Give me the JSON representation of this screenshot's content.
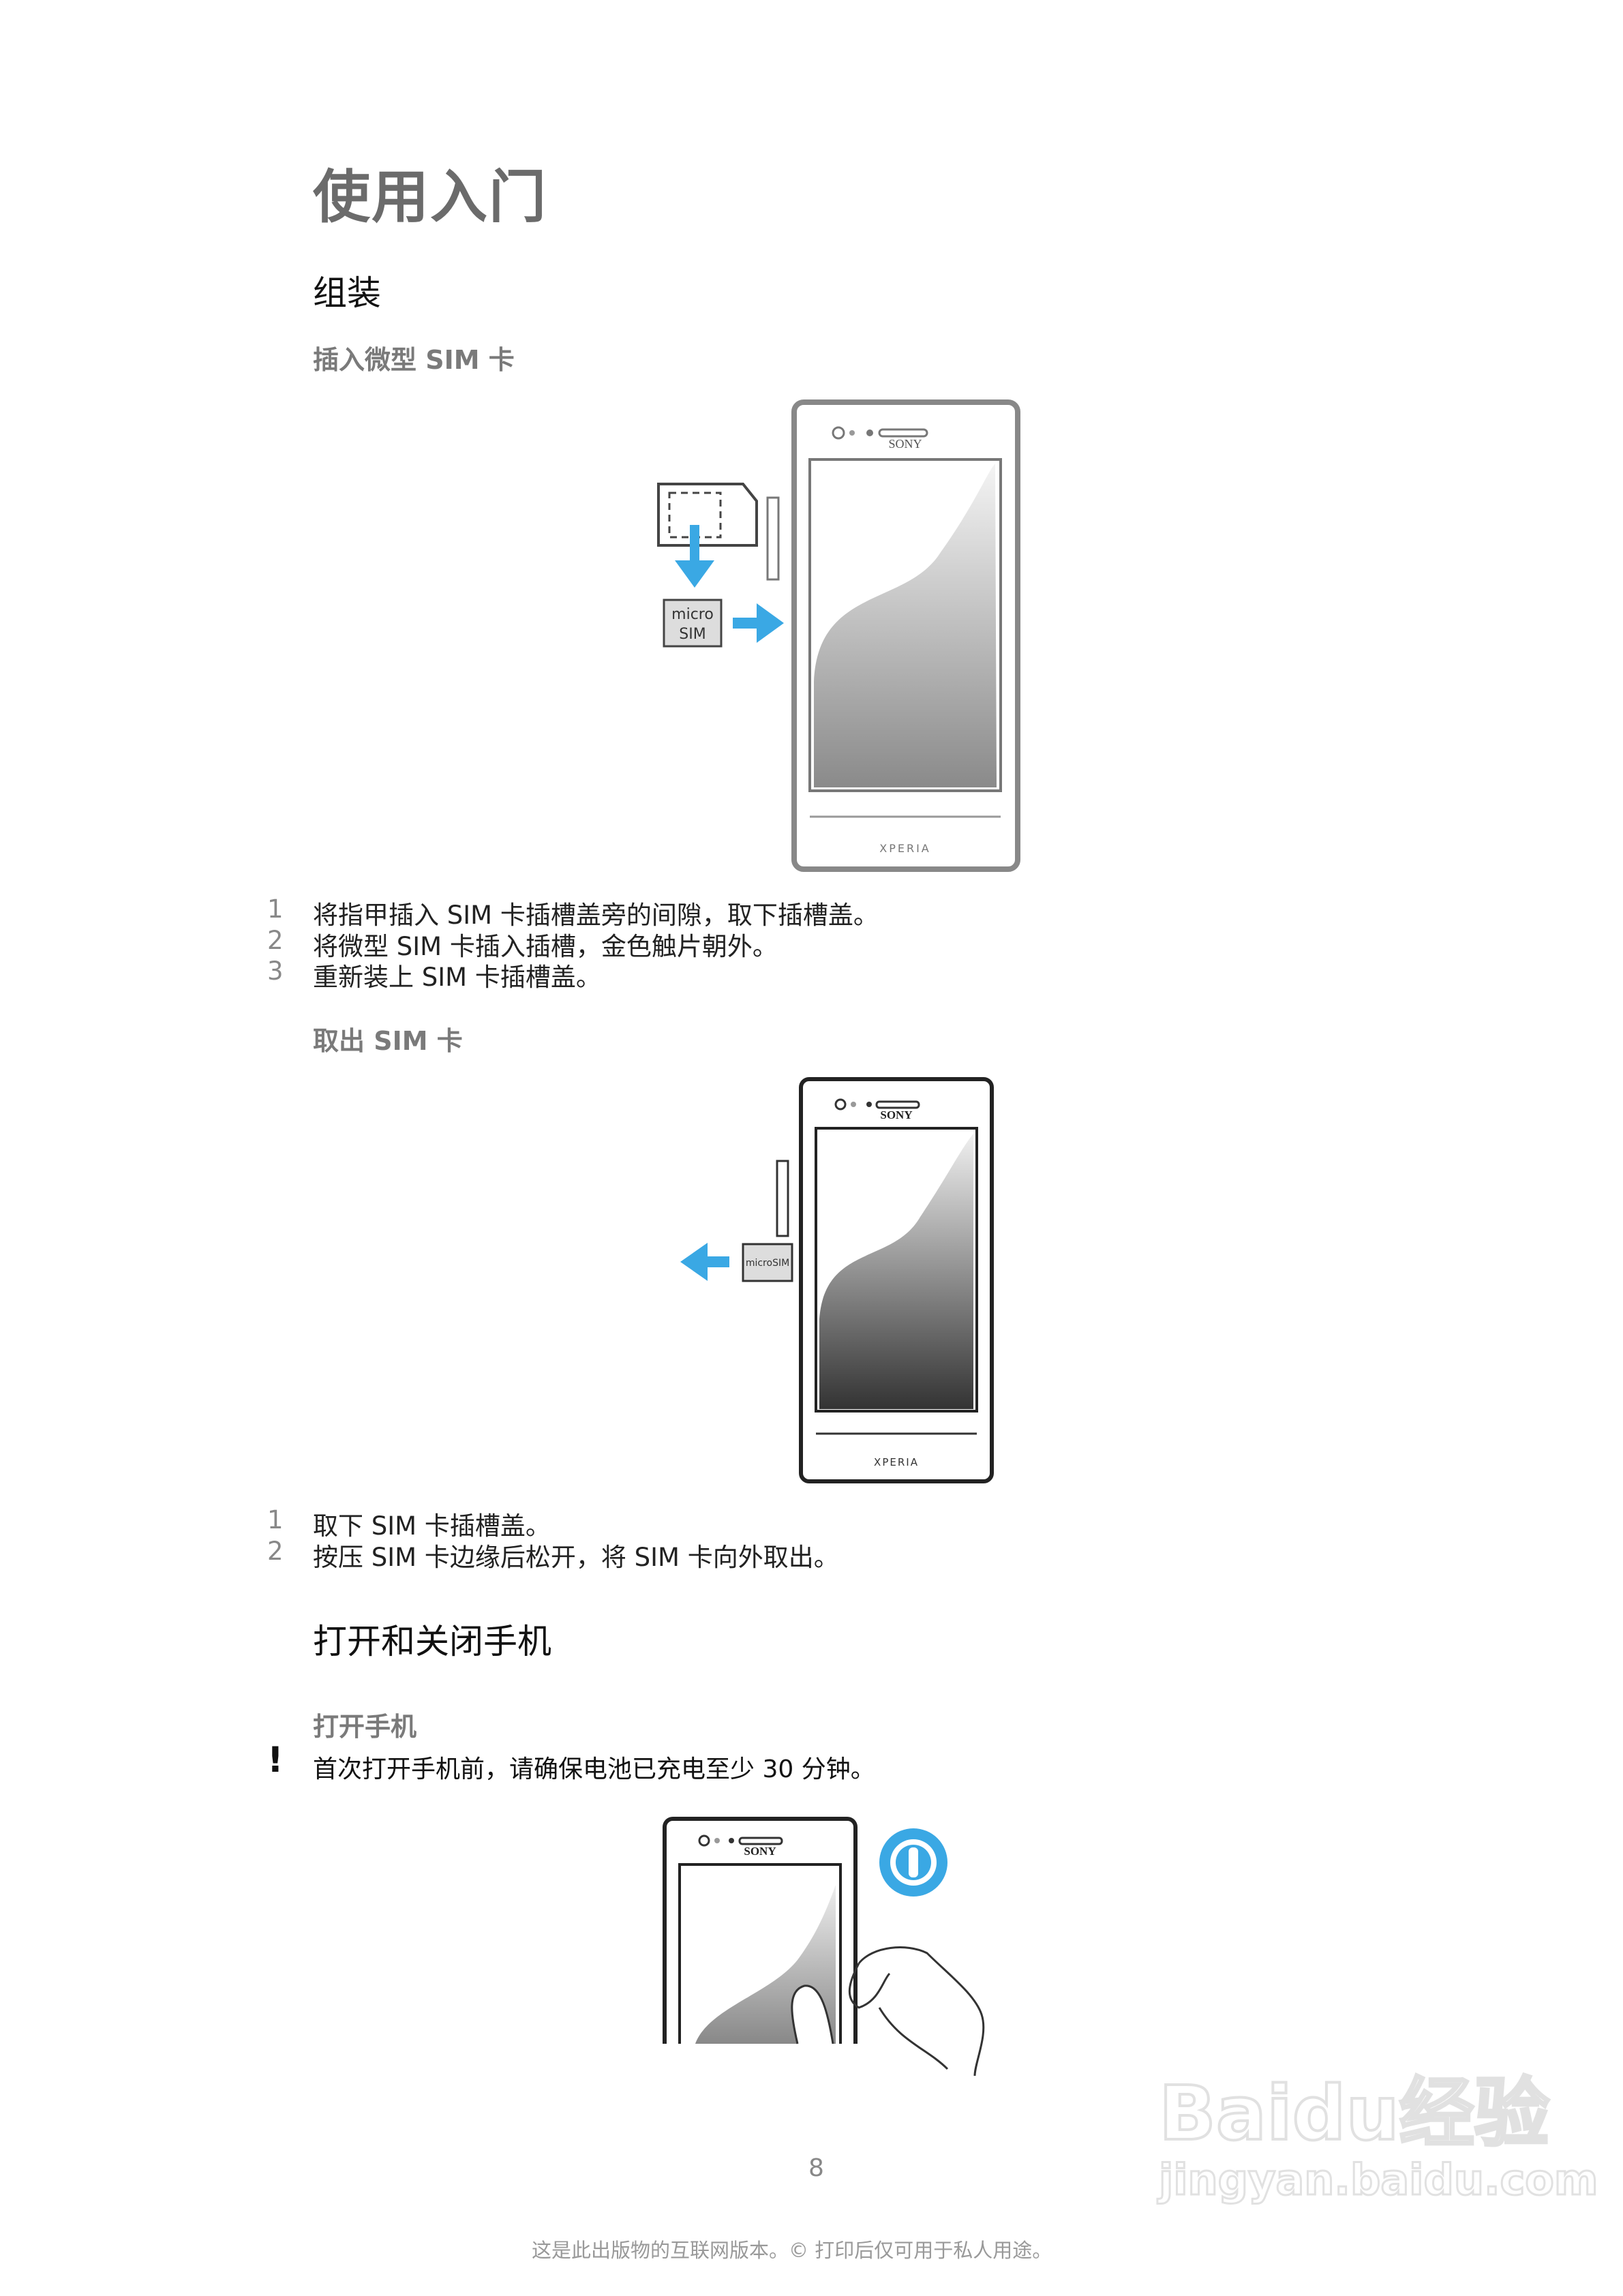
{
  "page": {
    "title": "使用入门",
    "sections": {
      "assembly": {
        "heading": "组装",
        "insert_sim": {
          "heading": "插入微型 SIM 卡",
          "figure": {
            "card_label_line1": "micro",
            "card_label_line2": "SIM",
            "brand": "SONY",
            "model": "XPERIA"
          },
          "steps": [
            {
              "n": "1",
              "text": "将指甲插入 SIM 卡插槽盖旁的间隙，取下插槽盖。"
            },
            {
              "n": "2",
              "text": "将微型 SIM 卡插入插槽，金色触片朝外。"
            },
            {
              "n": "3",
              "text": "重新装上 SIM 卡插槽盖。"
            }
          ]
        },
        "remove_sim": {
          "heading": "取出 SIM 卡",
          "figure": {
            "card_label": "microSIM",
            "brand": "SONY",
            "model": "XPERIA"
          },
          "steps": [
            {
              "n": "1",
              "text": "取下 SIM 卡插槽盖。"
            },
            {
              "n": "2",
              "text": "按压 SIM 卡边缘后松开，将 SIM 卡向外取出。"
            }
          ]
        }
      },
      "power": {
        "heading": "打开和关闭手机",
        "turn_on": {
          "heading": "打开手机",
          "warning_icon": "exclamation-icon",
          "warning": "首次打开手机前，请确保电池已充电至少 30 分钟。",
          "figure": {
            "brand": "SONY",
            "power_icon": "power-icon"
          }
        }
      }
    },
    "page_number": "8",
    "footer": "这是此出版物的互联网版本。© 打印后仅可用于私人用途。",
    "watermark": {
      "line1": "Baidu经验",
      "line2": "jingyan.baidu.com"
    }
  },
  "colors": {
    "accent_blue": "#3aa8e4",
    "heading_gray": "#6b6b6b"
  }
}
